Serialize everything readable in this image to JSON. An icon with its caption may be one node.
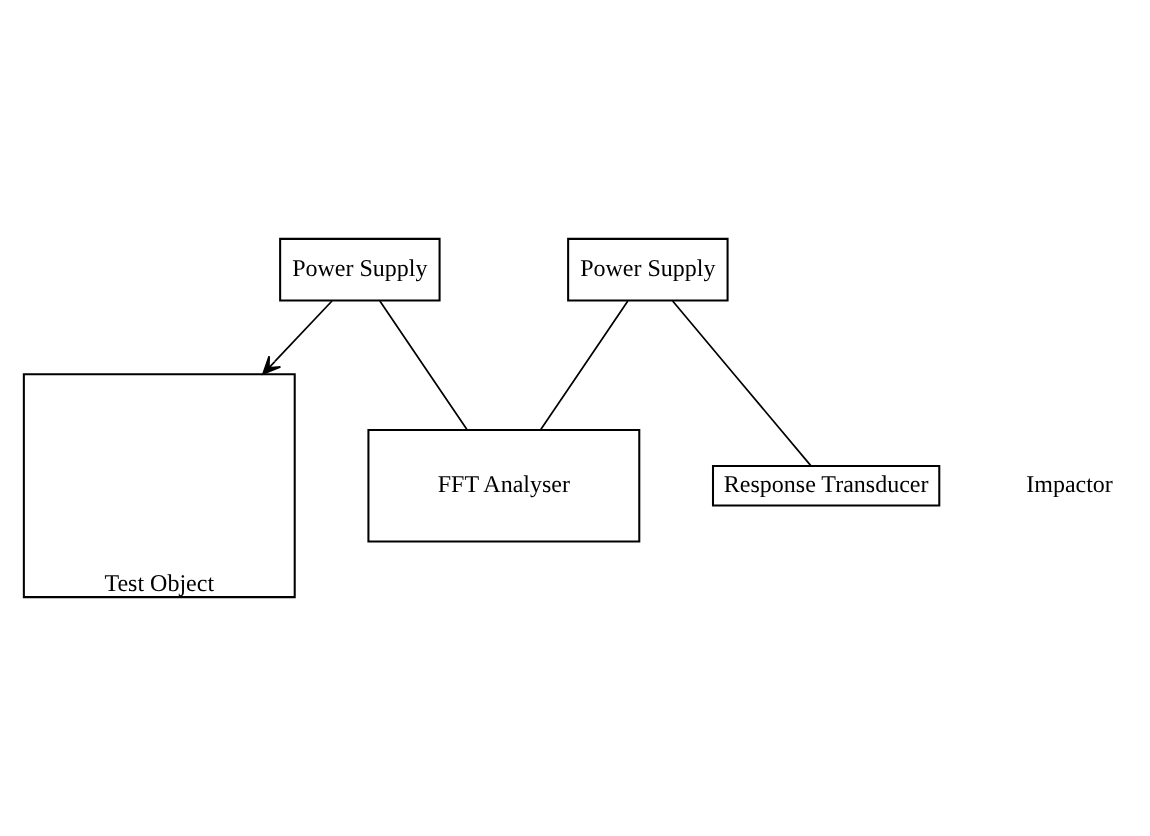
{
  "diagram": {
    "nodes": [
      {
        "text": [
          "FFT Analyser"
        ]
      },
      {
        "text": [
          "Power Supply"
        ]
      },
      {
        "text": [
          "Power Supply"
        ]
      },
      {
        "text": [
          "Test Object"
        ]
      },
      {
        "text": [
          "Response Transducer"
        ]
      }
    ],
    "edges": [
      {
        "from": 1,
        "to": 0,
        "arrow": "none"
      },
      {
        "from": 2,
        "to": 0,
        "arrow": "none"
      },
      {
        "from": 1,
        "to": 3,
        "arrow": "to"
      },
      {
        "from": 4,
        "to": 2,
        "arrow": "none"
      }
    ],
    "labels": [
      "Impactor"
    ]
  }
}
